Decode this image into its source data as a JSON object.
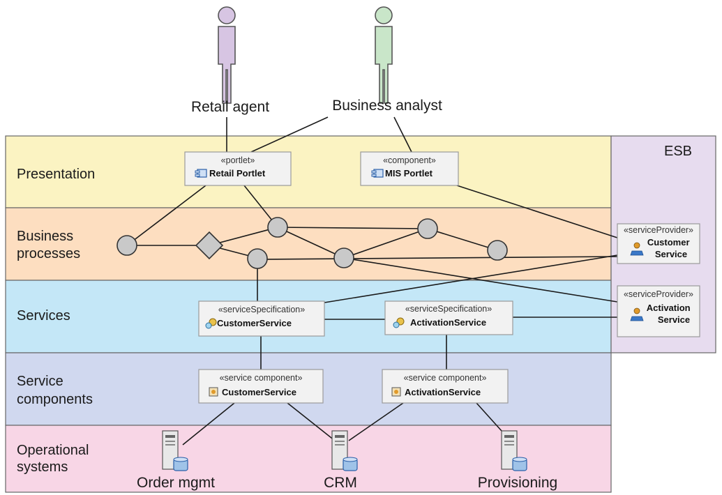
{
  "actors": [
    {
      "label": "Retail agent",
      "color": "#d7c5e3"
    },
    {
      "label": "Business analyst",
      "color": "#c9e6c9"
    }
  ],
  "layers": [
    {
      "label": "Presentation",
      "color": "#fbf3c2"
    },
    {
      "label_lines": [
        "Business",
        "processes"
      ],
      "color": "#fddec0"
    },
    {
      "label": "Services",
      "color": "#c4e7f7"
    },
    {
      "label_lines": [
        "Service",
        "components"
      ],
      "color": "#d0d8ef"
    },
    {
      "label_lines": [
        "Operational",
        "systems"
      ],
      "color": "#f8d6e6"
    }
  ],
  "esb": {
    "label": "ESB",
    "color": "#e7dcef"
  },
  "presentation_boxes": [
    {
      "stereotype": "«portlet»",
      "name": "Retail Portlet"
    },
    {
      "stereotype": "«component»",
      "name": "MIS Portlet"
    }
  ],
  "service_specs": [
    {
      "stereotype": "«serviceSpecification»",
      "name": "CustomerService"
    },
    {
      "stereotype": "«serviceSpecification»",
      "name": "ActivationService"
    }
  ],
  "service_components": [
    {
      "stereotype": "«service component»",
      "name": "CustomerService"
    },
    {
      "stereotype": "«service component»",
      "name": "ActivationService"
    }
  ],
  "service_providers": [
    {
      "stereotype": "«serviceProvider»",
      "name_lines": [
        "Customer",
        "Service"
      ]
    },
    {
      "stereotype": "«serviceProvider»",
      "name_lines": [
        "Activation",
        "Service"
      ]
    }
  ],
  "systems": [
    {
      "label": "Order mgmt"
    },
    {
      "label": "CRM"
    },
    {
      "label": "Provisioning"
    }
  ]
}
